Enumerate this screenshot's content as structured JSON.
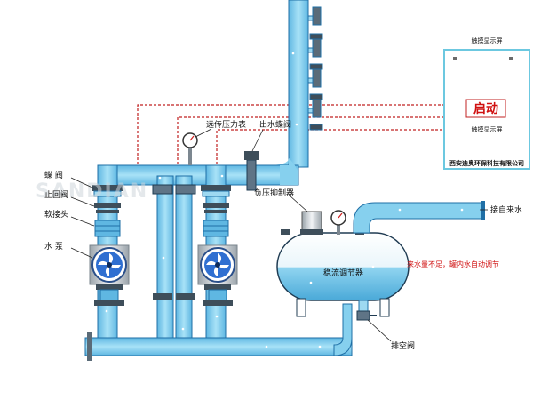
{
  "labels": {
    "butterfly_valve": "蝶 阀",
    "check_valve": "止回阀",
    "soft_joint": "软接头",
    "water_pump": "水 泵",
    "pressure_gauge": "远传压力表",
    "outlet_valve": "出水蝶阀",
    "suppressor": "负压抑制器",
    "inlet": "接自来水",
    "tank": "稳流调节器",
    "auto_note": "来水量不足，罐内水自动调节",
    "drain_valve": "排空阀"
  },
  "panel": {
    "title": "触摸显示屏",
    "start_label": "启动",
    "screen_label": "触摸显示屏",
    "company": "西安迪奥环保科技有限公司"
  },
  "watermark": "SANDIAN",
  "colors": {
    "pipe": "#86d0ee",
    "pipe_edge": "#1f6fa6",
    "red_dash": "#c02020",
    "panel_edge": "#6cc8e0"
  }
}
